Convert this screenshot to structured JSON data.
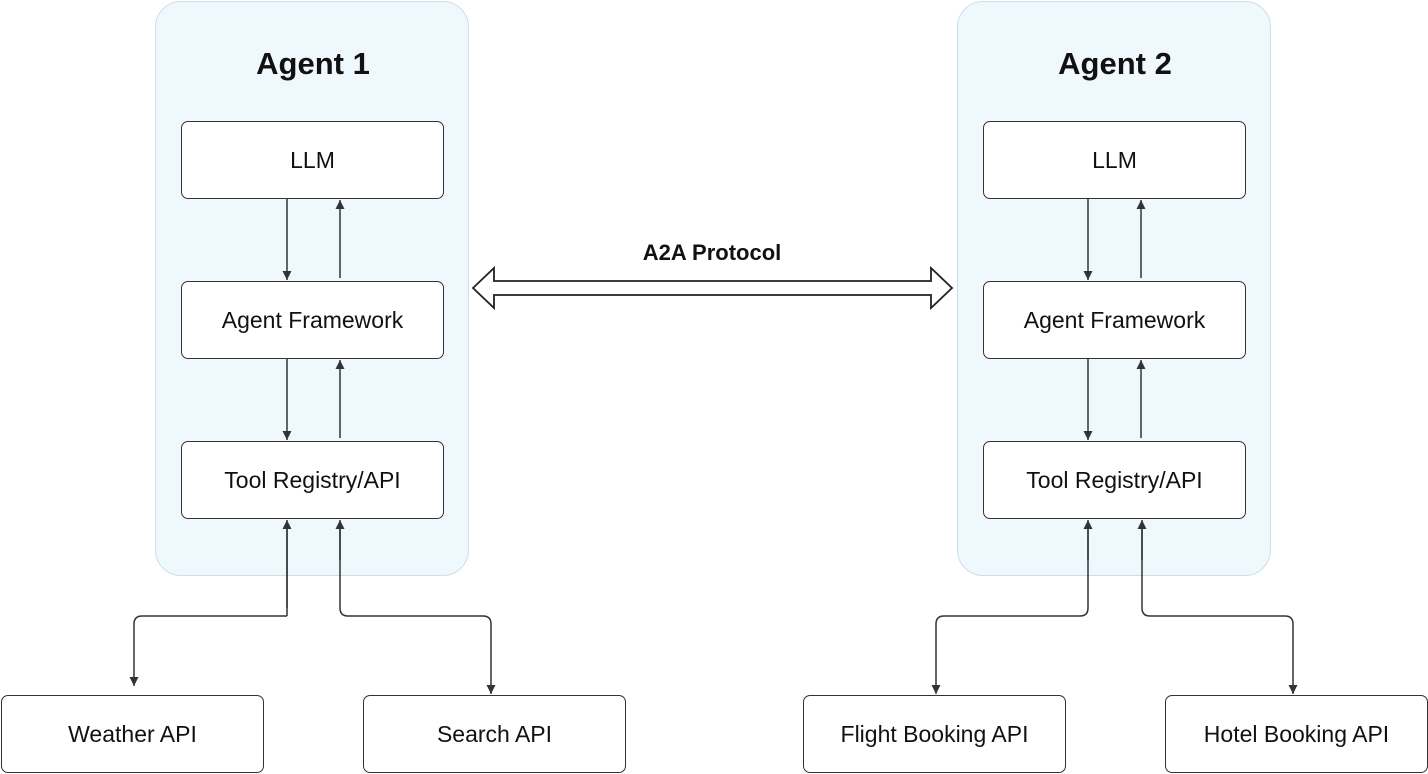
{
  "protocol": {
    "label": "A2A Protocol"
  },
  "agents": [
    {
      "title": "Agent 1",
      "components": [
        "LLM",
        "Agent Framework",
        "Tool Registry/API"
      ],
      "tools": [
        "Weather API",
        "Search API"
      ]
    },
    {
      "title": "Agent 2",
      "components": [
        "LLM",
        "Agent Framework",
        "Tool Registry/API"
      ],
      "tools": [
        "Flight Booking API",
        "Hotel Booking API"
      ]
    }
  ],
  "colors": {
    "panel_fill": "#eff8fd",
    "panel_border": "#c9e0ea",
    "box_border": "#333333",
    "arrow": "#333333",
    "text": "#111111"
  }
}
